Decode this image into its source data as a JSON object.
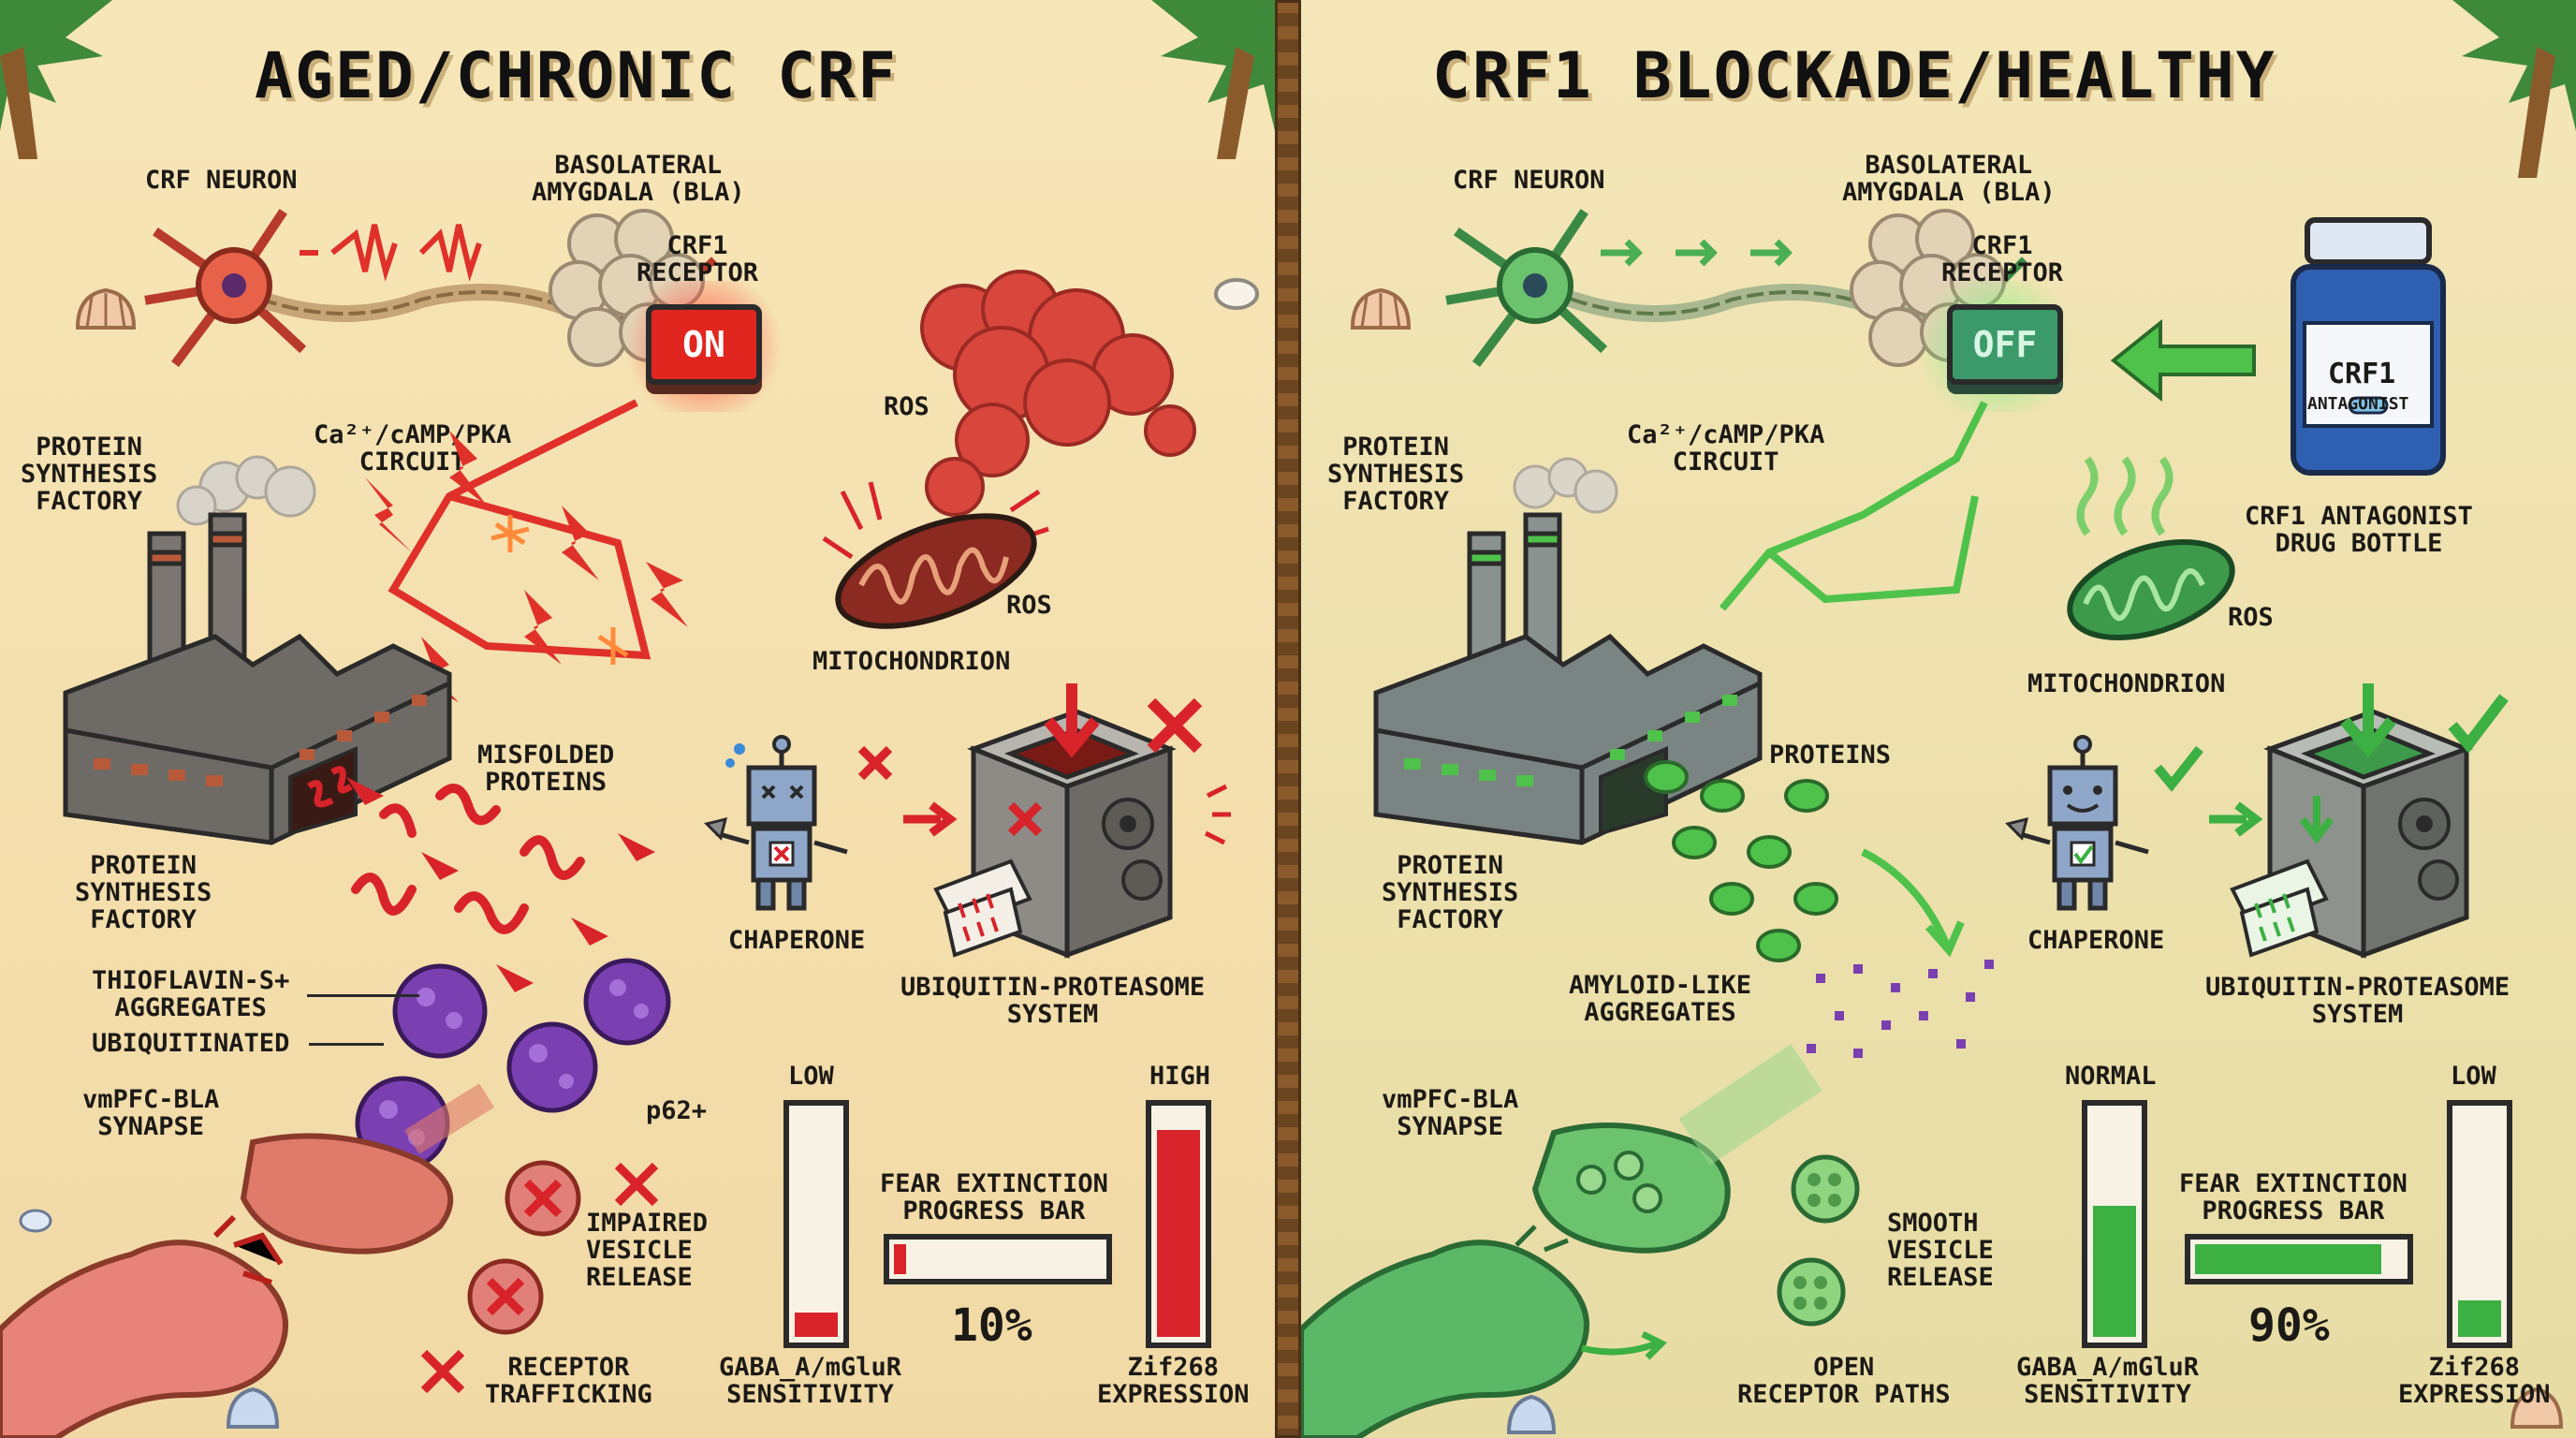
{
  "left": {
    "title": "AGED/CHRONIC CRF",
    "crf_neuron": "CRF NEURON",
    "bla": "BASOLATERAL\nAMYGDALA (BLA)",
    "crf1_receptor": "CRF1\nRECEPTOR",
    "switch": "ON",
    "circuit": "Ca²⁺/cAMP/PKA\nCIRCUIT",
    "factory_top": "PROTEIN\nSYNTHESIS\nFACTORY",
    "factory_bottom": "PROTEIN\nSYNTHESIS\nFACTORY",
    "ros_top": "ROS",
    "ros_bottom": "ROS",
    "mitochondrion": "MITOCHONDRION",
    "misfolded": "MISFOLDED\nPROTEINS",
    "chaperone": "CHAPERONE",
    "ups": "UBIQUITIN-PROTEASOME\nSYSTEM",
    "thioflavin": "THIOFLAVIN-S+\nAGGREGATES",
    "ubiquitinated": "UBIQUITINATED",
    "p62": "p62+",
    "synapse": "vmPFC-BLA\nSYNAPSE",
    "vesicle": "IMPAIRED\nVESICLE\nRELEASE",
    "trafficking": "RECEPTOR\nTRAFFICKING",
    "gaba_level": "LOW",
    "gaba_label": "GABA_A/mGluR\nSENSITIVITY",
    "gaba_fill": 0.15,
    "fear_label": "FEAR EXTINCTION\nPROGRESS BAR",
    "fear_pct": "10%",
    "fear_fill": 0.1,
    "zif_level": "HIGH",
    "zif_label": "Zif268\nEXPRESSION",
    "zif_fill": 0.92
  },
  "right": {
    "title": "CRF1 BLOCKADE/HEALTHY",
    "crf_neuron": "CRF NEURON",
    "bla": "BASOLATERAL\nAMYGDALA (BLA)",
    "crf1_receptor": "CRF1\nRECEPTOR",
    "switch": "OFF",
    "circuit": "Ca²⁺/cAMP/PKA\nCIRCUIT",
    "drug_name": "CRF1",
    "drug_sub": "ANTAGONIST",
    "drug_label": "CRF1 ANTAGONIST\nDRUG BOTTLE",
    "factory_top": "PROTEIN\nSYNTHESIS\nFACTORY",
    "factory_bottom": "PROTEIN\nSYNTHESIS\nFACTORY",
    "ros": "ROS",
    "mitochondrion": "MITOCHONDRION",
    "proteins": "PROTEINS",
    "chaperone": "CHAPERONE",
    "ups": "UBIQUITIN-PROTEASOME\nSYSTEM",
    "amyloid": "AMYLOID-LIKE\nAGGREGATES",
    "synapse": "vmPFC-BLA\nSYNAPSE",
    "vesicle": "SMOOTH\nVESICLE\nRELEASE",
    "receptor_paths": "OPEN\nRECEPTOR PATHS",
    "gaba_level": "NORMAL",
    "gaba_label": "GABA_A/mGluR\nSENSITIVITY",
    "gaba_fill": 0.6,
    "fear_label": "FEAR EXTINCTION\nPROGRESS BAR",
    "fear_pct": "90%",
    "fear_fill": 0.9,
    "zif_level": "LOW",
    "zif_label": "Zif268\nEXPRESSION",
    "zif_fill": 0.2
  },
  "colors": {
    "bad_red": "#d8232a",
    "good_green": "#3cb043",
    "aggregate_purple": "#7a3fb0",
    "neuron_red": "#d9553a",
    "neuron_green": "#4aa35a",
    "factory_grey": "#6e6a66"
  }
}
